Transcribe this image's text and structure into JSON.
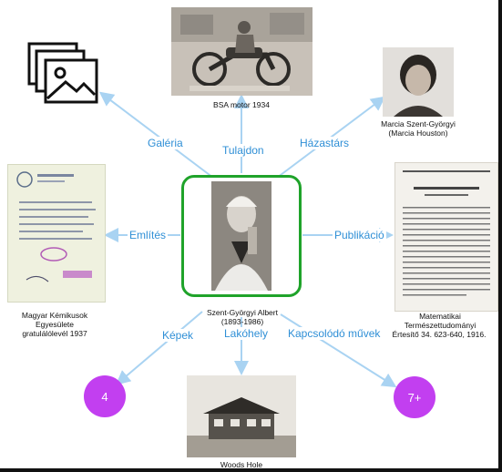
{
  "center": {
    "name": "Szent-Györgyi Albert",
    "dates": "(1893-1986)"
  },
  "relations": {
    "gallery": "Galéria",
    "property": "Tulajdon",
    "spouse": "Házastárs",
    "mention": "Említés",
    "publication": "Publikáció",
    "images": "Képek",
    "residence": "Lakóhely",
    "related_works": "Kapcsolódó művek"
  },
  "nodes": {
    "motorcycle_caption": "BSA motor 1934",
    "spouse_caption_1": "Marcia Szent-Györgyi",
    "spouse_caption_2": "(Marcia Houston)",
    "letter_caption_1": "Magyar Kémikusok",
    "letter_caption_2": "Egyesülete",
    "letter_caption_3": "gratulálólevél 1937",
    "publication_caption_1": "Matematikai",
    "publication_caption_2": "Természettudományi",
    "publication_caption_3": "Értesítő 34. 623-640, 1916.",
    "house_caption": "Woods Hole"
  },
  "counts": {
    "images": "4",
    "related_works": "7+"
  },
  "colors": {
    "link": "#a9d3f2",
    "relation_text": "#2f8fd6",
    "center_border": "#1fa32a",
    "count_circle": "#c23ff0"
  },
  "icons": {
    "gallery": "image-gallery-icon"
  }
}
